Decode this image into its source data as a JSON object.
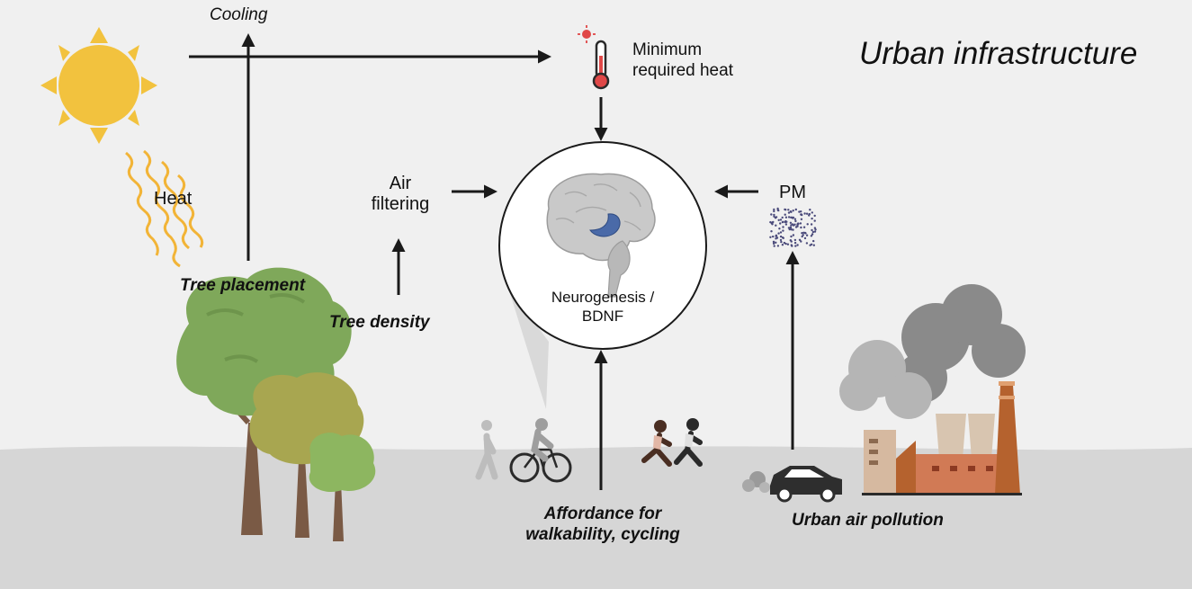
{
  "title": "Urban infrastructure",
  "labels": {
    "cooling": "Cooling",
    "heat": "Heat",
    "min_heat_1": "Minimum",
    "min_heat_2": "required heat",
    "air_filter_1": "Air",
    "air_filter_2": "filtering",
    "pm": "PM",
    "neuro_1": "Neurogenesis /",
    "neuro_2": "BDNF",
    "tree_placement": "Tree placement",
    "tree_density": "Tree density",
    "afford_1": "Affordance for",
    "afford_2": "walkability, cycling",
    "pollution": "Urban air pollution"
  },
  "colors": {
    "background": "#f0f0f0",
    "ground": "#d6d6d6",
    "sun": "#f2c23e",
    "arrow": "#1a1a1a",
    "heat_waves": "#f2b437",
    "tree_dark": "#7fa85a",
    "tree_olive": "#a8a650",
    "trunk": "#7a5a45",
    "smoke": "#8a8a8a",
    "chimney": "#b5622e",
    "brain": "#c9c9c9",
    "hippocampus": "#4a6aa8"
  }
}
